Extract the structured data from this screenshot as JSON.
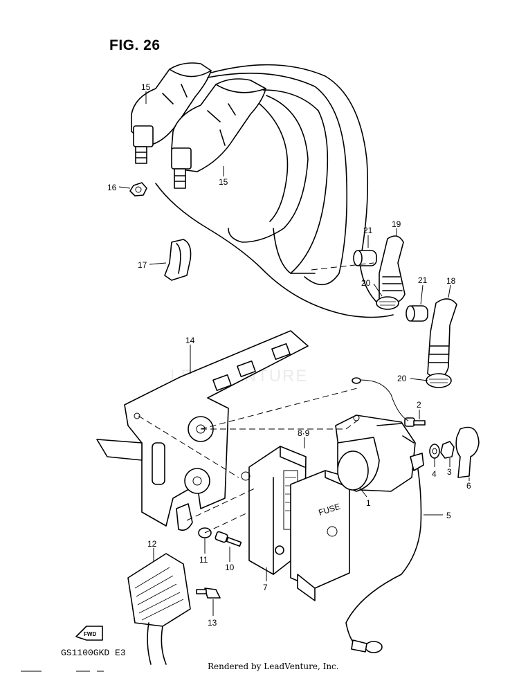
{
  "figure": {
    "title": "FIG. 26"
  },
  "model_code": "GS1100GKD E3",
  "credit": "Rendered by LeadVenture, Inc.",
  "watermark": "LEADVENTURE",
  "fwd_arrow_text": "FWD",
  "fuse_cover_text": "FUSE",
  "callouts": [
    {
      "id": "c15a",
      "label": "15"
    },
    {
      "id": "c15b",
      "label": "15"
    },
    {
      "id": "c16",
      "label": "16"
    },
    {
      "id": "c17",
      "label": "17"
    },
    {
      "id": "c21a",
      "label": "21"
    },
    {
      "id": "c19",
      "label": "19"
    },
    {
      "id": "c20a",
      "label": "20"
    },
    {
      "id": "c21b",
      "label": "21"
    },
    {
      "id": "c18",
      "label": "18"
    },
    {
      "id": "c20b",
      "label": "20"
    },
    {
      "id": "c14",
      "label": "14"
    },
    {
      "id": "c2",
      "label": "2"
    },
    {
      "id": "c89",
      "label": "8·9"
    },
    {
      "id": "c4",
      "label": "4"
    },
    {
      "id": "c3",
      "label": "3"
    },
    {
      "id": "c6",
      "label": "6"
    },
    {
      "id": "c1",
      "label": "1"
    },
    {
      "id": "c5",
      "label": "5"
    },
    {
      "id": "c11",
      "label": "11"
    },
    {
      "id": "c10",
      "label": "10"
    },
    {
      "id": "c7",
      "label": "7"
    },
    {
      "id": "c12",
      "label": "12"
    },
    {
      "id": "c13",
      "label": "13"
    }
  ]
}
